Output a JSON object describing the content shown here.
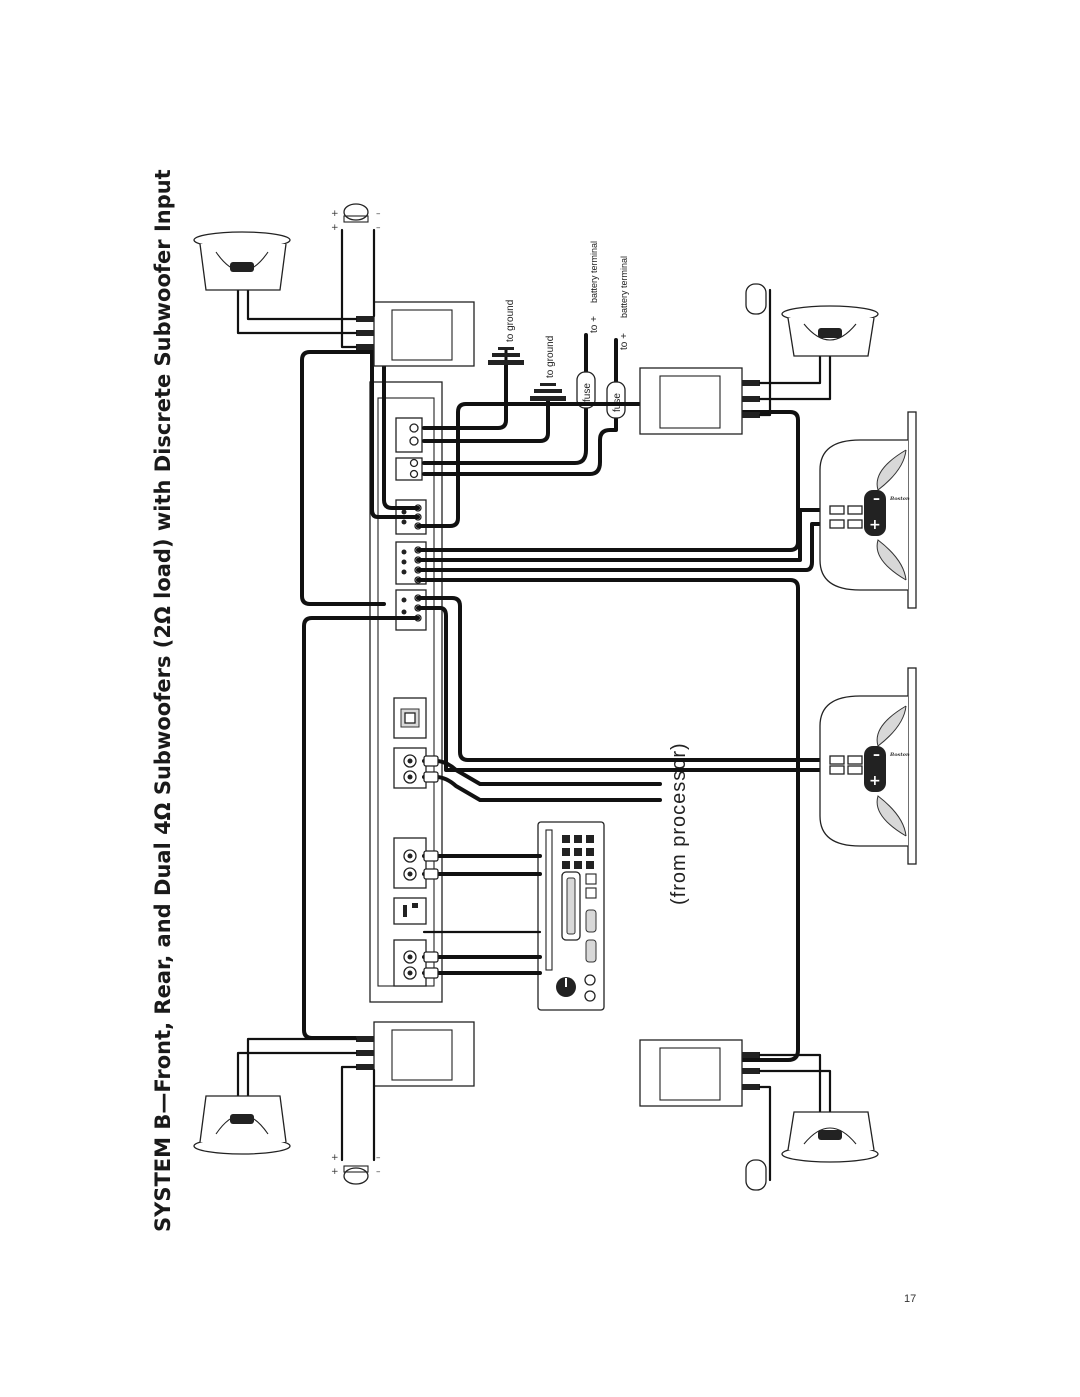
{
  "title": "SYSTEM B—Front, Rear, and Dual 4Ω Subwoofers (2Ω load) with Discrete Subwoofer Input",
  "labels": {
    "to_ground_1": "to ground",
    "to_ground_2": "to ground",
    "battery_terminal_1": "battery terminal",
    "battery_terminal_2": "battery terminal",
    "to_plus_1": "to +",
    "to_plus_2": "to +",
    "fuse_1": "fuse",
    "fuse_2": "fuse",
    "from_processor": "(from processor)"
  },
  "terminal_marks": {
    "plus": "+",
    "minus": "–"
  },
  "page_number": "17"
}
